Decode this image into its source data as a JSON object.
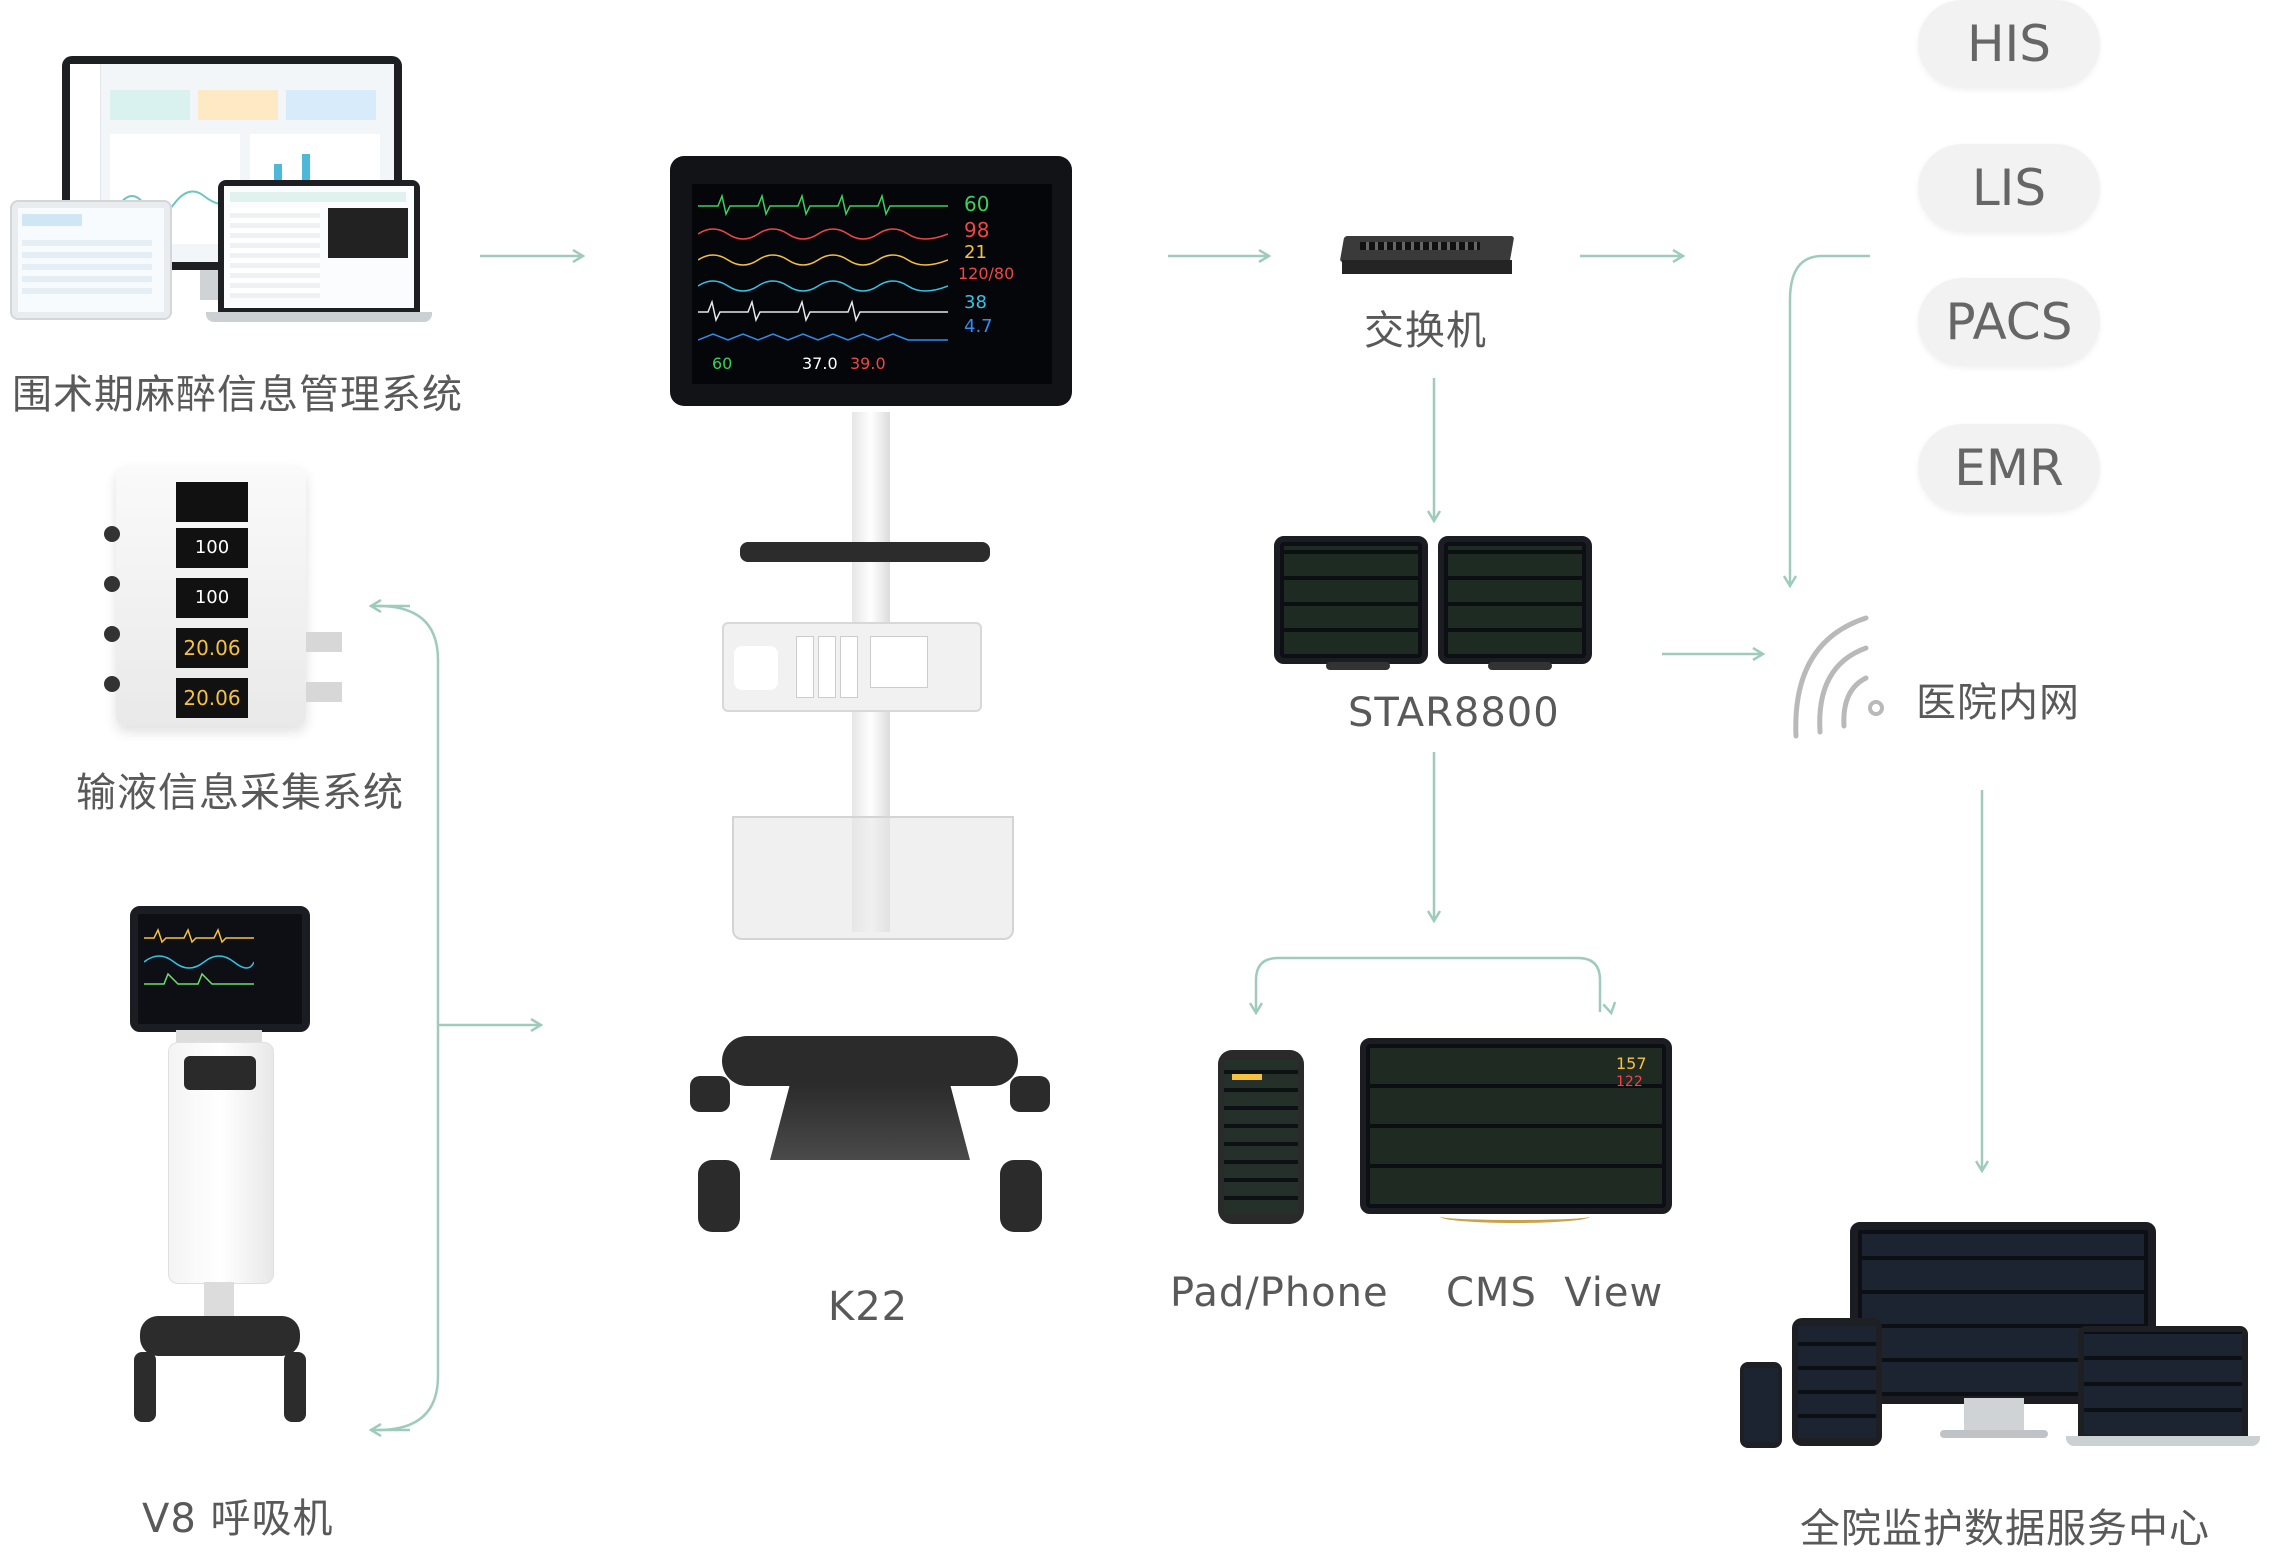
{
  "nodes": {
    "anesthesia": "围术期麻醉信息管理系统",
    "infusion": "输液信息采集系统",
    "ventilator": "V8 呼吸机",
    "monitor": "K22",
    "switch": "交换机",
    "central": "STAR8800",
    "pad": "Pad/Phone",
    "cms": "CMS  View",
    "intranet": "医院内网",
    "datacenter": "全院监护数据服务中心"
  },
  "systems": [
    "HIS",
    "LIS",
    "PACS",
    "EMR"
  ],
  "colors": {
    "arrow": "#9fcbbd",
    "label": "#595959",
    "pill_bg": "#f2f2f2"
  }
}
